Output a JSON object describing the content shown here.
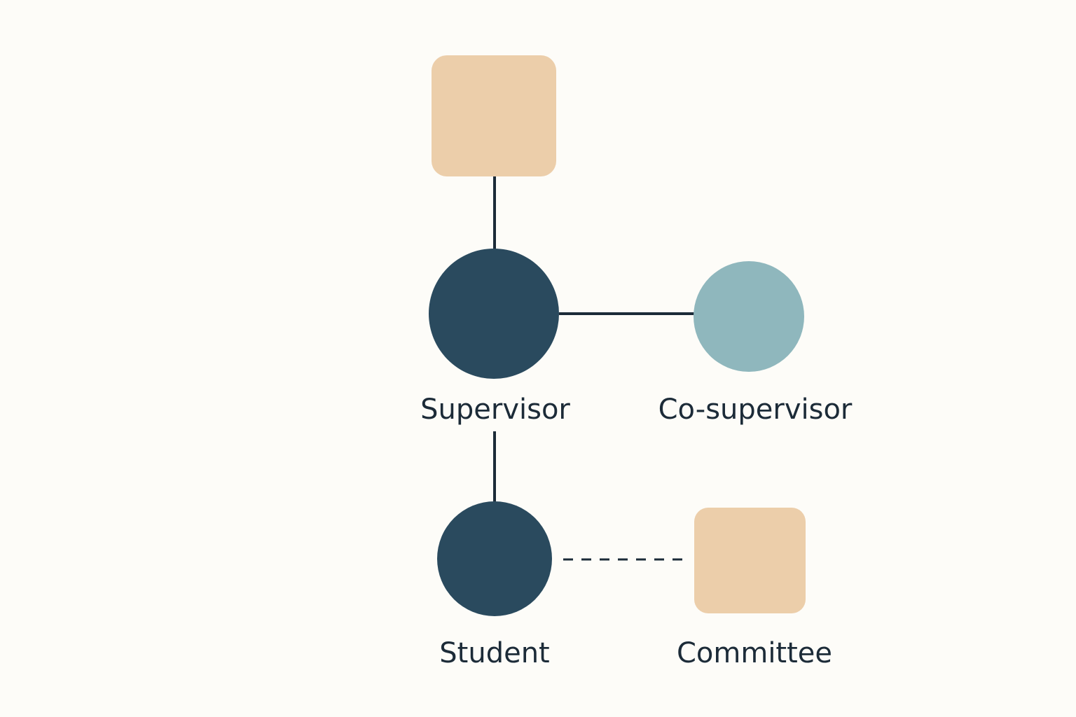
{
  "colors": {
    "background": "#fdfcf8",
    "dark_node": "#2a4a5e",
    "light_node": "#8fb7bd",
    "square_node": "#ecceaa",
    "line": "#1c2b38",
    "text": "#1c2b38"
  },
  "nodes": [
    {
      "id": "top-square",
      "shape": "rounded-square",
      "label": ""
    },
    {
      "id": "supervisor",
      "shape": "circle",
      "label": "Supervisor"
    },
    {
      "id": "co-supervisor",
      "shape": "circle",
      "label": "Co-supervisor"
    },
    {
      "id": "student",
      "shape": "circle",
      "label": "Student"
    },
    {
      "id": "committee",
      "shape": "rounded-square",
      "label": "Committee"
    }
  ],
  "edges": [
    {
      "from": "top-square",
      "to": "supervisor",
      "style": "solid"
    },
    {
      "from": "supervisor",
      "to": "co-supervisor",
      "style": "solid"
    },
    {
      "from": "supervisor",
      "to": "student",
      "style": "solid"
    },
    {
      "from": "student",
      "to": "committee",
      "style": "dashed"
    }
  ]
}
